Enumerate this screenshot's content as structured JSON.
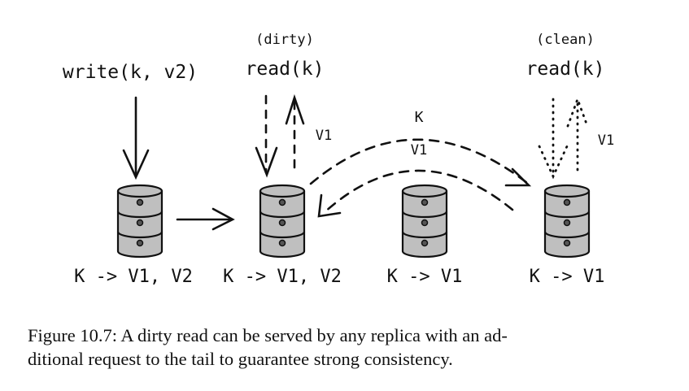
{
  "labels": {
    "write": "write(k, v2)",
    "dirty_tag": "(dirty)",
    "dirty_read": "read(k)",
    "clean_tag": "(clean)",
    "clean_read": "read(k)",
    "v1_left": "V1",
    "v1_right": "V1",
    "k_arc": "K",
    "v1_arc": "V1"
  },
  "replicas": [
    {
      "value": "K -> V1, V2"
    },
    {
      "value": "K -> V1, V2"
    },
    {
      "value": "K -> V1"
    },
    {
      "value": "K -> V1"
    }
  ],
  "caption": {
    "prefix": "Figure 10.7:",
    "line1": "A dirty read can be served by any replica with an ad-",
    "line2": "ditional request to the tail to guarantee strong consistency."
  }
}
